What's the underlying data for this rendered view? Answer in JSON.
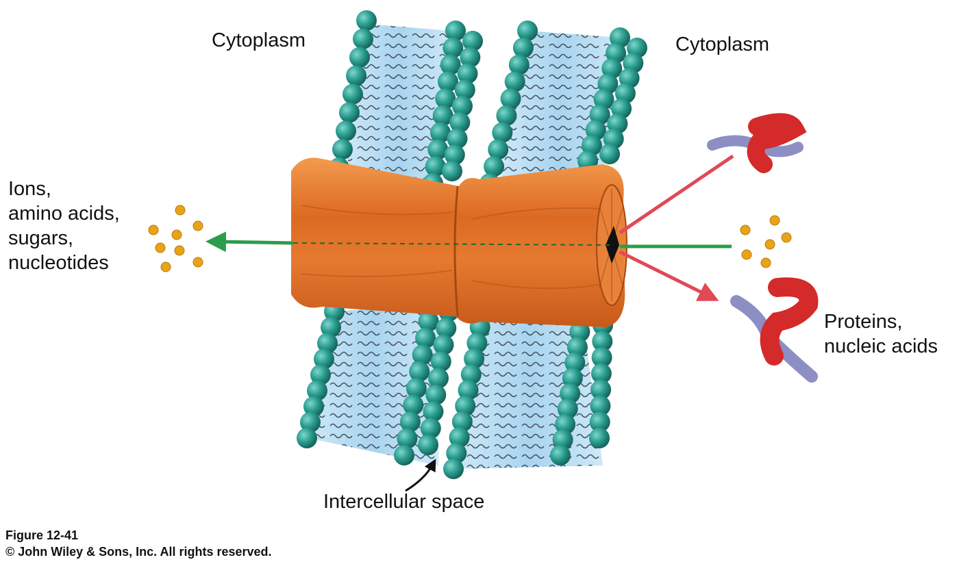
{
  "labels": {
    "cytoplasm_left": "Cytoplasm",
    "cytoplasm_right": "Cytoplasm",
    "small_molecules": [
      "Ions,",
      "amino acids,",
      "sugars,",
      "nucleotides"
    ],
    "macromolecules": [
      "Proteins,",
      "nucleic acids"
    ],
    "intercellular_space": "Intercellular space"
  },
  "caption": {
    "figure": "Figure 12-41",
    "copyright": "© John Wiley & Sons, Inc. All rights reserved."
  },
  "colors": {
    "head_group": "#2a9d8f",
    "membrane_interior": "#bfe0f5",
    "channel": "#e07a2e",
    "pass_arrow": "#2a9d4a",
    "blocked_arrow": "#e04a55",
    "small_molecule": "#e8a317",
    "protein_red": "#d42a2a",
    "protein_lavender": "#8d8fc4"
  }
}
